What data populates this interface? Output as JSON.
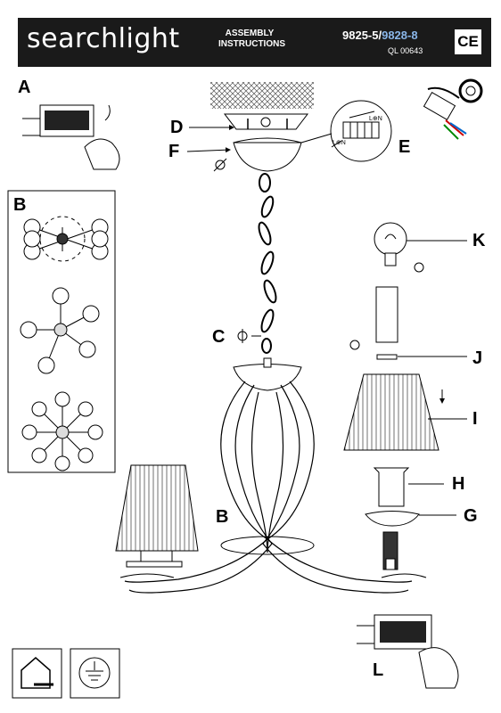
{
  "header": {
    "brand": "searchlight",
    "assembly_line1": "ASSEMBLY",
    "assembly_line2": "INSTRUCTIONS",
    "model_primary": "9825-5/",
    "model_alt": "9828-8",
    "ql_code": "QL 00643",
    "ce_mark": "CE"
  },
  "labels": {
    "a": "A",
    "b_panel": "B",
    "b_arm": "B",
    "c": "C",
    "d": "D",
    "e": "E",
    "f": "F",
    "g": "G",
    "h": "H",
    "i": "I",
    "j": "J",
    "k": "K",
    "l": "L"
  },
  "terminal_text": {
    "e_top": "L⊕N",
    "e_bottom": "L⊕N"
  },
  "colors": {
    "header_bg": "#1a1a1a",
    "model_alt": "#8ab6e8"
  }
}
